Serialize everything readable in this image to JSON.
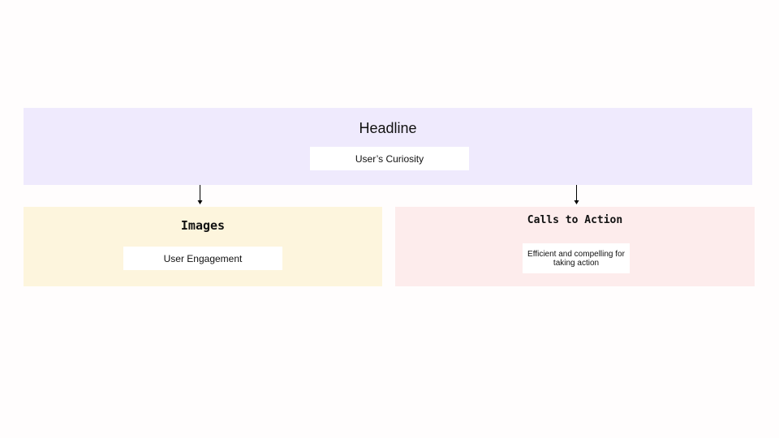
{
  "headline": {
    "title": "Headline",
    "card": "User’s Curiosity"
  },
  "images": {
    "title": "Images",
    "card": "User Engagement"
  },
  "calls_to_action": {
    "title": "Calls to Action",
    "card": "Efficient and compelling for taking action"
  },
  "colors": {
    "headline_bg": "#efeafd",
    "images_bg": "#fdf5dd",
    "cta_bg": "#fdecec",
    "card_bg": "#ffffff",
    "arrow": "#000000"
  }
}
